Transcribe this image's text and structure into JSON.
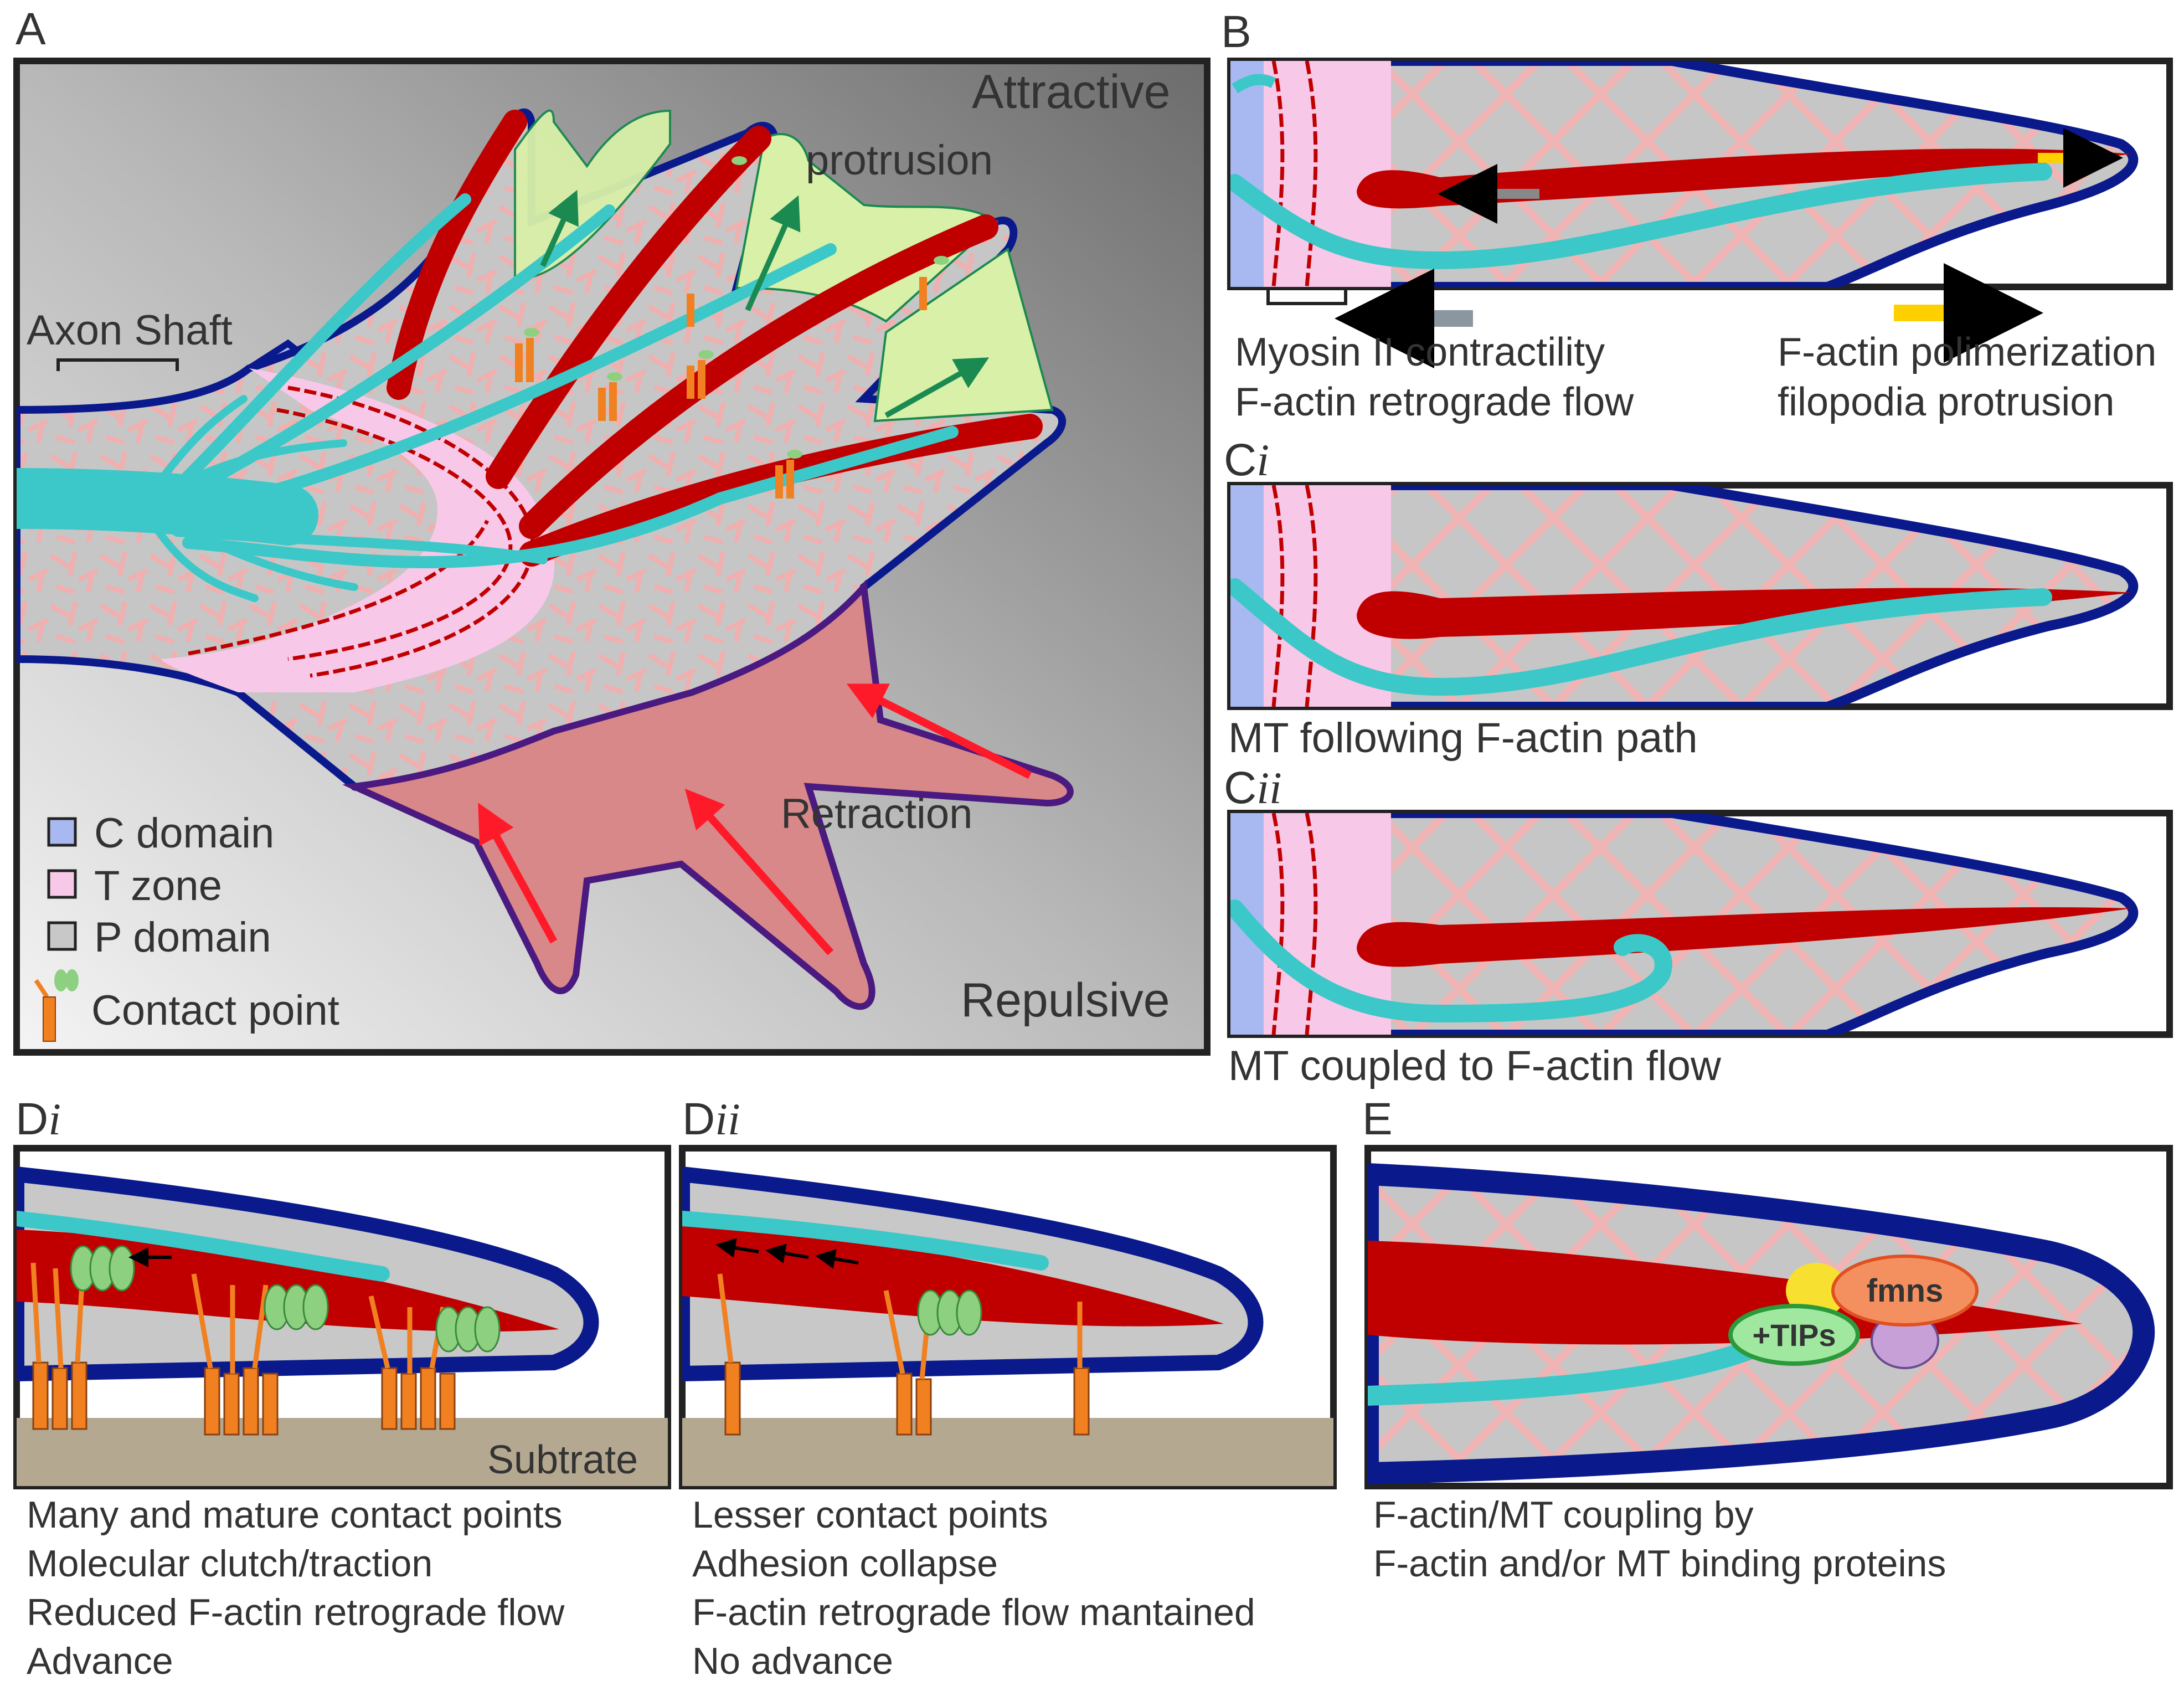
{
  "panels": {
    "A": {
      "letter": "A",
      "attractive": "Attractive",
      "repulsive": "Repulsive",
      "protrusion": "protrusion",
      "retraction": "Retraction",
      "axon_shaft": "Axon Shaft",
      "legend": {
        "c_domain": "C domain",
        "t_zone": "T zone",
        "p_domain": "P domain",
        "contact_point": "Contact point"
      }
    },
    "B": {
      "letter": "B",
      "caption_left_1": "Myosin II contractility",
      "caption_left_2": "F-actin retrograde flow",
      "caption_right_1": "F-actin polimerization",
      "caption_right_2": "filopodia protrusion"
    },
    "Ci": {
      "letter": "C",
      "sub": "i",
      "caption": "MT following F-actin path"
    },
    "Cii": {
      "letter": "C",
      "sub": "ii",
      "caption": "MT coupled to F-actin flow"
    },
    "Di": {
      "letter": "D",
      "sub": "i",
      "substrate": "Subtrate",
      "lines": [
        "Many and mature contact points",
        "Molecular clutch/traction",
        "Reduced F-actin retrograde flow",
        "Advance"
      ]
    },
    "Dii": {
      "letter": "D",
      "sub": "ii",
      "lines": [
        "Lesser contact points",
        "Adhesion collapse",
        "F-actin retrograde flow mantained",
        "No advance"
      ]
    },
    "E": {
      "letter": "E",
      "fmns": "fmns",
      "tips": "+TIPs",
      "lines": [
        "F-actin/MT coupling by",
        "F-actin and/or MT binding proteins"
      ]
    }
  },
  "colors": {
    "membrane": "#0a1a8c",
    "f_actin": "#c00000",
    "microtubule": "#3cc8c8",
    "c_domain": "#a8b8f0",
    "t_zone": "#f8c8e8",
    "p_domain": "#c8c8c8",
    "protrusion": "#d8f0a8",
    "retraction": "#d88888",
    "contact": "#f08020",
    "substrate": "#b4a890"
  }
}
